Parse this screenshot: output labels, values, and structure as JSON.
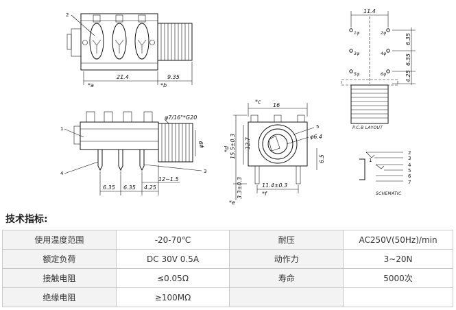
{
  "drawing": {
    "top_view": {
      "callout_2": "2",
      "dim_a": "*a",
      "dim_21_4": "21.4",
      "dim_b": "*b",
      "dim_9_35": "9.35"
    },
    "side_view": {
      "callout_1": "1",
      "callout_4": "4",
      "callout_3": "3",
      "thread_label": "φ7/16\"*G20",
      "dim_phi9": "φ9",
      "dim_6_35_a": "6.35",
      "dim_6_35_b": "6.35",
      "dim_4_25": "4.25",
      "dim_12_1_5": "12−1.5"
    },
    "front_view": {
      "dim_c": "*c",
      "dim_16": "16",
      "dim_d": "*d",
      "dim_15_5": "15.5±0.3",
      "dim_12_7": "12.7",
      "callout_5": "5",
      "dim_phi6_4": "φ6.4",
      "dim_6_5": "6.5",
      "dim_11_4": "11.4±0.3",
      "dim_f": "*f",
      "dim_3_3": "3.3±0.3",
      "dim_e": "*e"
    },
    "pcb_layout": {
      "dim_11_4": "11.4",
      "dim_6_35_a": "6.35",
      "dim_6_35_b": "6.35",
      "dim_4_25": "4.25",
      "pad_1": "1φ",
      "pad_2": "3φ",
      "pad_3": "5φ",
      "pad_4": "2φ",
      "pad_5": "4φ",
      "pad_6": "6φ",
      "caption": "P.C.B LAYOUT"
    },
    "schematic": {
      "pins": [
        "2",
        "3",
        "4",
        "5",
        "6",
        "7"
      ],
      "pin_1": "1",
      "caption": "SCHEMATIC"
    }
  },
  "specs": {
    "title": "技术指标:",
    "rows": [
      {
        "k1": "使用温度范围",
        "v1": "-20-70℃",
        "k2": "耐压",
        "v2": "AC250V(50Hz)/min"
      },
      {
        "k1": "额定负荷",
        "v1": "DC 30V 0.5A",
        "k2": "动作力",
        "v2": "3~20N"
      },
      {
        "k1": "接触电阻",
        "v1": "≤0.05Ω",
        "k2": "寿命",
        "v2": "5000次"
      },
      {
        "k1": "绝缘电阻",
        "v1": "≥100MΩ",
        "k2": "",
        "v2": ""
      }
    ]
  }
}
